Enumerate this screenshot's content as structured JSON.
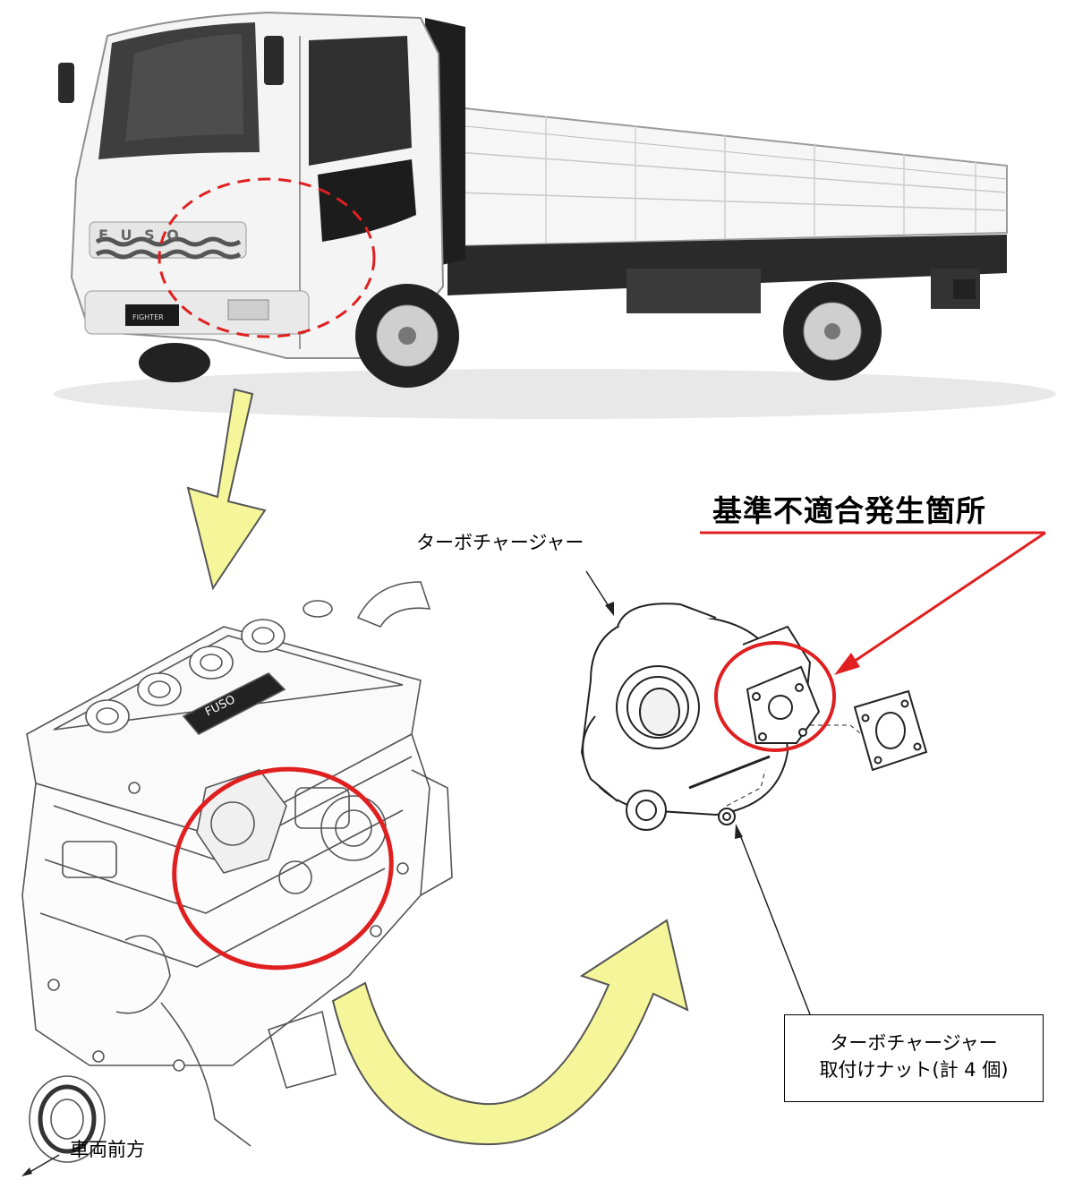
{
  "callout": {
    "title": "基準不適合発生箇所",
    "color": "#e02020"
  },
  "labels": {
    "turbocharger": "ターボチャージャー",
    "nut_line1": "ターボチャージャー",
    "nut_line2": "取付けナット(計 4 個)",
    "vehicle_front": "車両前方"
  },
  "truck": {
    "grille_text": "F U S O",
    "model_badge": "FIGHTER"
  },
  "engine": {
    "cover_text": "FUSO"
  },
  "colors": {
    "arrow_fill": "#f5f59a",
    "arrow_stroke": "#555555",
    "highlight": "#e02020"
  }
}
